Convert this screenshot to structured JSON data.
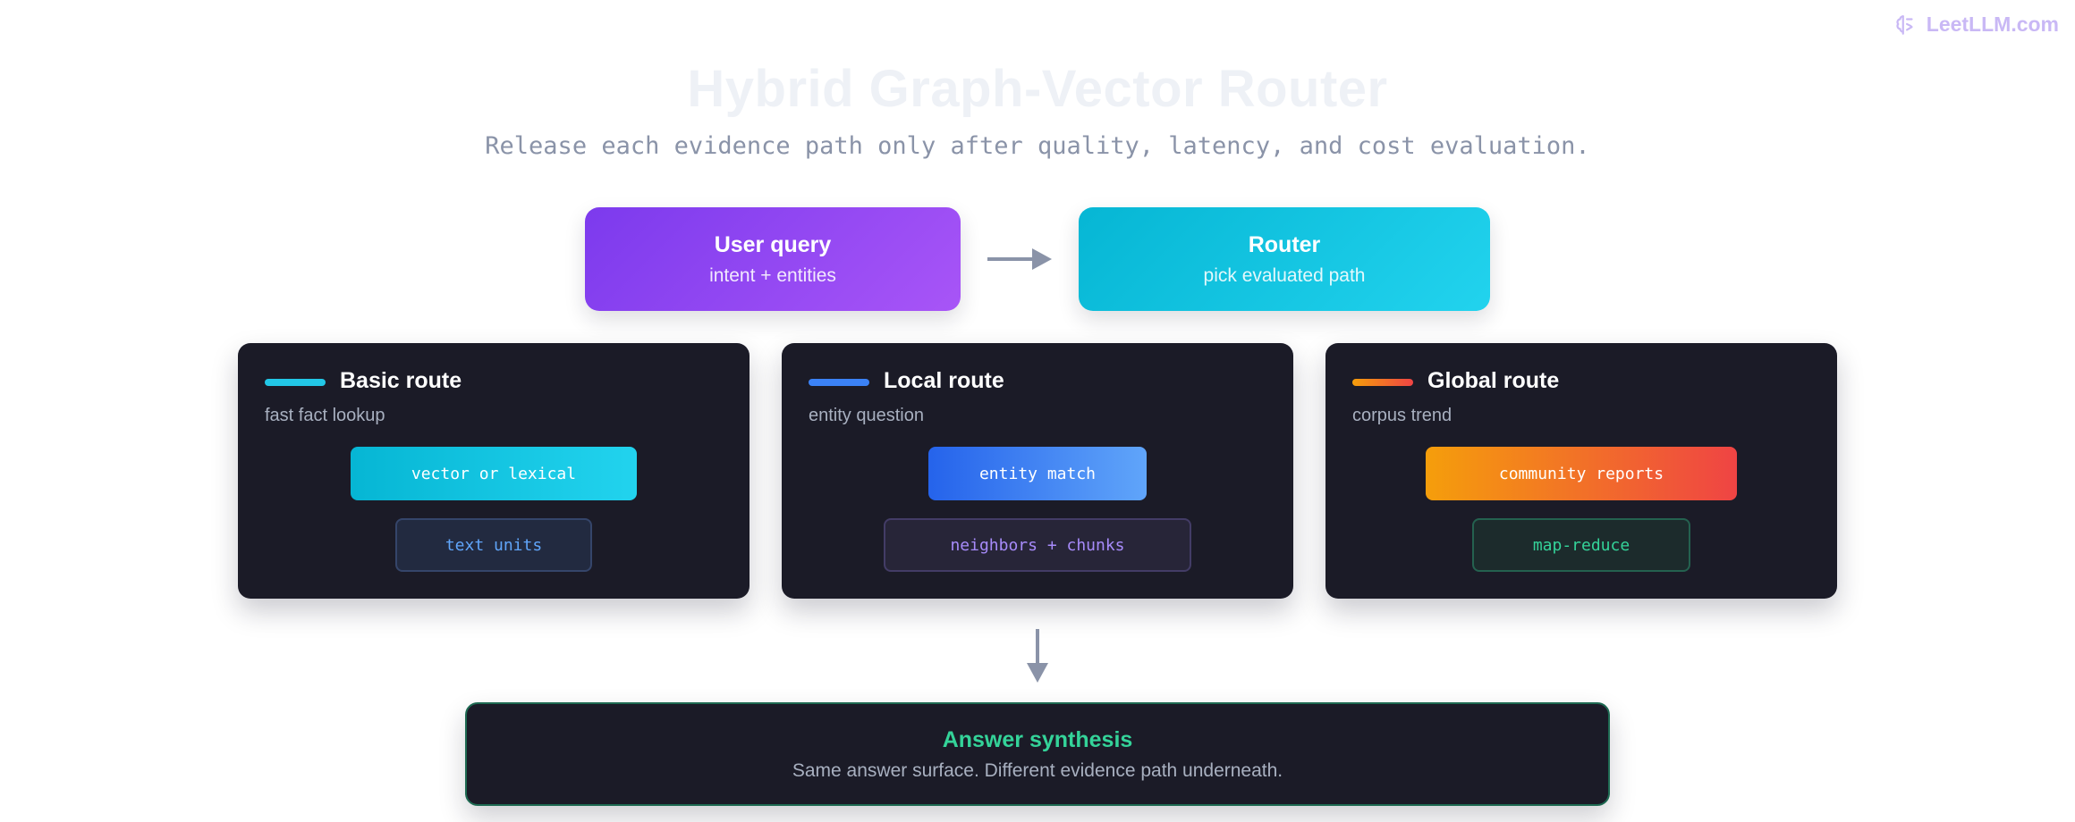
{
  "brand": {
    "name": "LeetLLM.com",
    "icon": "brain-icon",
    "color": "#c9b8f5"
  },
  "header": {
    "title": "Hybrid Graph-Vector Router",
    "subtitle": "Release each evidence path only after quality, latency, and cost evaluation."
  },
  "nodes": {
    "query": {
      "title": "User query",
      "subtitle": "intent + entities",
      "color": "#8b45f0"
    },
    "router": {
      "title": "Router",
      "subtitle": "pick evaluated path",
      "color": "#14c4e0"
    }
  },
  "routes": [
    {
      "title": "Basic route",
      "subtitle": "fast fact lookup",
      "primary": "vector or lexical",
      "secondary": "text units",
      "accent": "#22c7e6"
    },
    {
      "title": "Local route",
      "subtitle": "entity question",
      "primary": "entity match",
      "secondary": "neighbors + chunks",
      "accent": "#3b82f6"
    },
    {
      "title": "Global route",
      "subtitle": "corpus trend",
      "primary": "community reports",
      "secondary": "map-reduce",
      "accent": "#f97316"
    }
  ],
  "synthesis": {
    "title": "Answer synthesis",
    "subtitle": "Same answer surface. Different evidence path underneath.",
    "accent": "#34d399"
  },
  "arrows": {
    "color": "#8a93a8",
    "icons": [
      "arrow-right-icon",
      "arrow-down-icon"
    ]
  }
}
